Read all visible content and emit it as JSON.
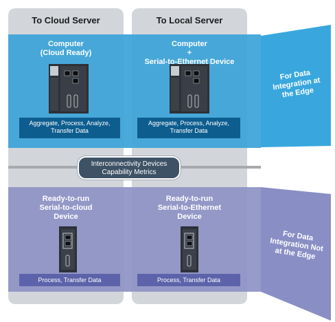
{
  "columns": {
    "cloud": {
      "title": "To Cloud Server"
    },
    "local": {
      "title": "To Local Server"
    }
  },
  "edge_band": {
    "side_label": [
      "For Data",
      "Integration at",
      "the Edge"
    ],
    "color": "#3ba3d8",
    "cloud_device": {
      "title": [
        "Computer",
        "(Cloud Ready)"
      ],
      "caption": [
        "Aggregate, Process, Analyze,",
        "Transfer Data"
      ],
      "icon": "industrial-computer-icon"
    },
    "local_device": {
      "title": [
        "Computer",
        "+",
        "Serial-to-Ethernet Device"
      ],
      "caption": [
        "Aggregate, Process, Analyze,",
        "Transfer Data"
      ],
      "icon": "industrial-computer-icon"
    }
  },
  "center_pill": {
    "lines": [
      "Interconnectivity Devices",
      "Capability Metrics"
    ]
  },
  "non_edge_band": {
    "side_label": [
      "For Data",
      "Integration Not",
      "at the Edge"
    ],
    "color": "#8e93c6",
    "cloud_device": {
      "title": [
        "Ready-to-run",
        "Serial-to-cloud",
        "Device"
      ],
      "caption": "Process, Transfer Data",
      "icon": "serial-device-icon"
    },
    "local_device": {
      "title": [
        "Ready-to-run",
        "Serial-to-Ethernet",
        "Device"
      ],
      "caption": "Process, Transfer Data",
      "icon": "serial-device-icon"
    }
  }
}
